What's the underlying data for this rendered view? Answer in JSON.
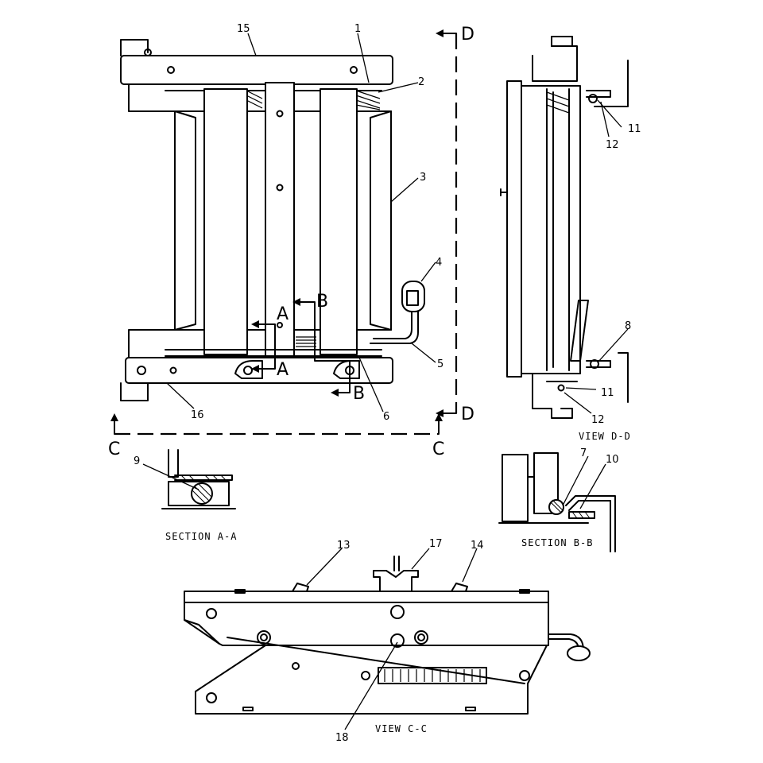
{
  "callouts": {
    "n1": "1",
    "n2": "2",
    "n3": "3",
    "n4": "4",
    "n5": "5",
    "n6": "6",
    "n7": "7",
    "n8": "8",
    "n9": "9",
    "n10": "10",
    "n11a": "11",
    "n11b": "11",
    "n12a": "12",
    "n12b": "12",
    "n13": "13",
    "n14": "14",
    "n15": "15",
    "n16": "16",
    "n17": "17",
    "n18": "18"
  },
  "cut_markers": {
    "d_top": "D",
    "d_bottom": "D",
    "c_left": "C",
    "c_right": "C",
    "a_top": "A",
    "a_bottom": "A",
    "b_top": "B",
    "b_bottom": "B"
  },
  "captions": {
    "view_dd": "VIEW D-D",
    "section_aa": "SECTION A-A",
    "section_bb": "SECTION B-B",
    "view_cc": "VIEW C-C"
  }
}
